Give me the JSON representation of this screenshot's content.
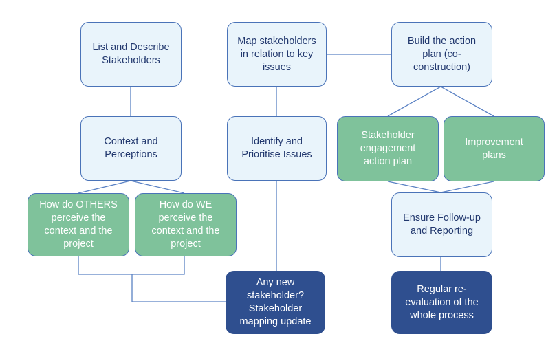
{
  "colors": {
    "light_fill": "#e9f4fb",
    "green_fill": "#7fc29b",
    "dark_fill": "#2f4f8f",
    "line": "#5b82c4",
    "dark_text": "#22386e",
    "white_text": "#ffffff"
  },
  "nodes": {
    "list_describe": "List and Describe\nStakeholders",
    "context": "Context and\nPerceptions",
    "others": "How do OTHERS\nperceive the\ncontext and the\nproject",
    "we": "How do WE\nperceive the\ncontext and the\nproject",
    "map": "Map stakeholders\nin relation to key\nissues",
    "identify": "Identify and\nPrioritise Issues",
    "new_stakeholder": "Any new\nstakeholder?\nStakeholder\nmapping update",
    "action_plan": "Build the action\nplan (co-\nconstruction)",
    "engagement": "Stakeholder\nengagement\naction plan",
    "improvement": "Improvement\nplans",
    "follow_up": "Ensure Follow-up\nand Reporting",
    "reevaluation": "Regular re-\nevaluation of the\nwhole process"
  }
}
